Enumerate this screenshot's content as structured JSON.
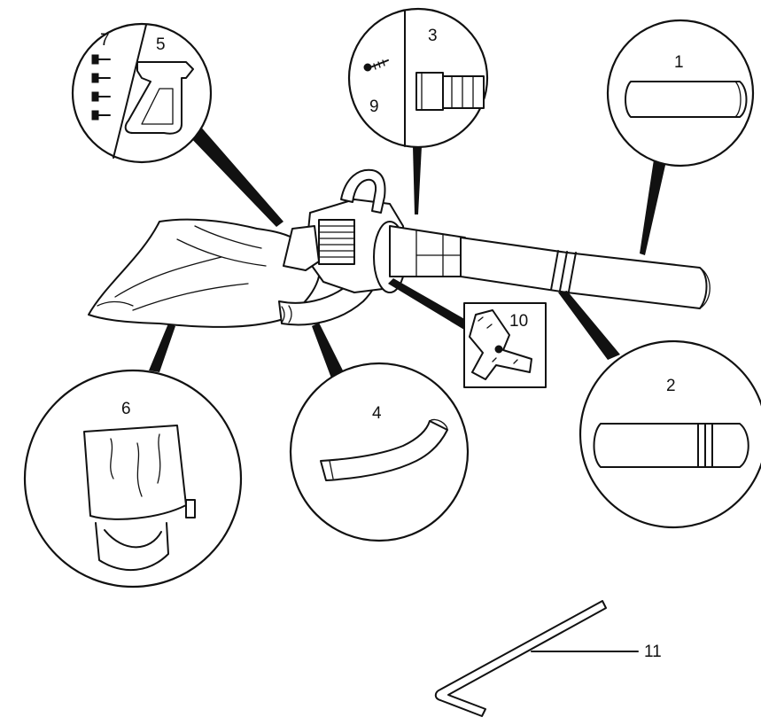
{
  "parts": [
    {
      "id": "part-1",
      "number": "1",
      "name": "upper blower tube"
    },
    {
      "id": "part-2",
      "number": "2",
      "name": "lower blower tube"
    },
    {
      "id": "part-3",
      "number": "3",
      "name": "vacuum adapter"
    },
    {
      "id": "part-4",
      "number": "4",
      "name": "vacuum elbow tube"
    },
    {
      "id": "part-5",
      "number": "5",
      "name": "auxiliary handle"
    },
    {
      "id": "part-6",
      "number": "6",
      "name": "collection bag"
    },
    {
      "id": "part-7",
      "number": "7",
      "name": "handle screws"
    },
    {
      "id": "part-9",
      "number": "9",
      "name": "adapter screw"
    },
    {
      "id": "part-10",
      "number": "10",
      "name": "mulching blade"
    },
    {
      "id": "part-11",
      "number": "11",
      "name": "hex key"
    }
  ],
  "labels": {
    "n1": "1",
    "n2": "2",
    "n3": "3",
    "n4": "4",
    "n5": "5",
    "n6": "6",
    "n7": "7",
    "n9": "9",
    "n10": "10",
    "n11": "11"
  },
  "colors": {
    "ink": "#111111",
    "paper": "#ffffff"
  }
}
